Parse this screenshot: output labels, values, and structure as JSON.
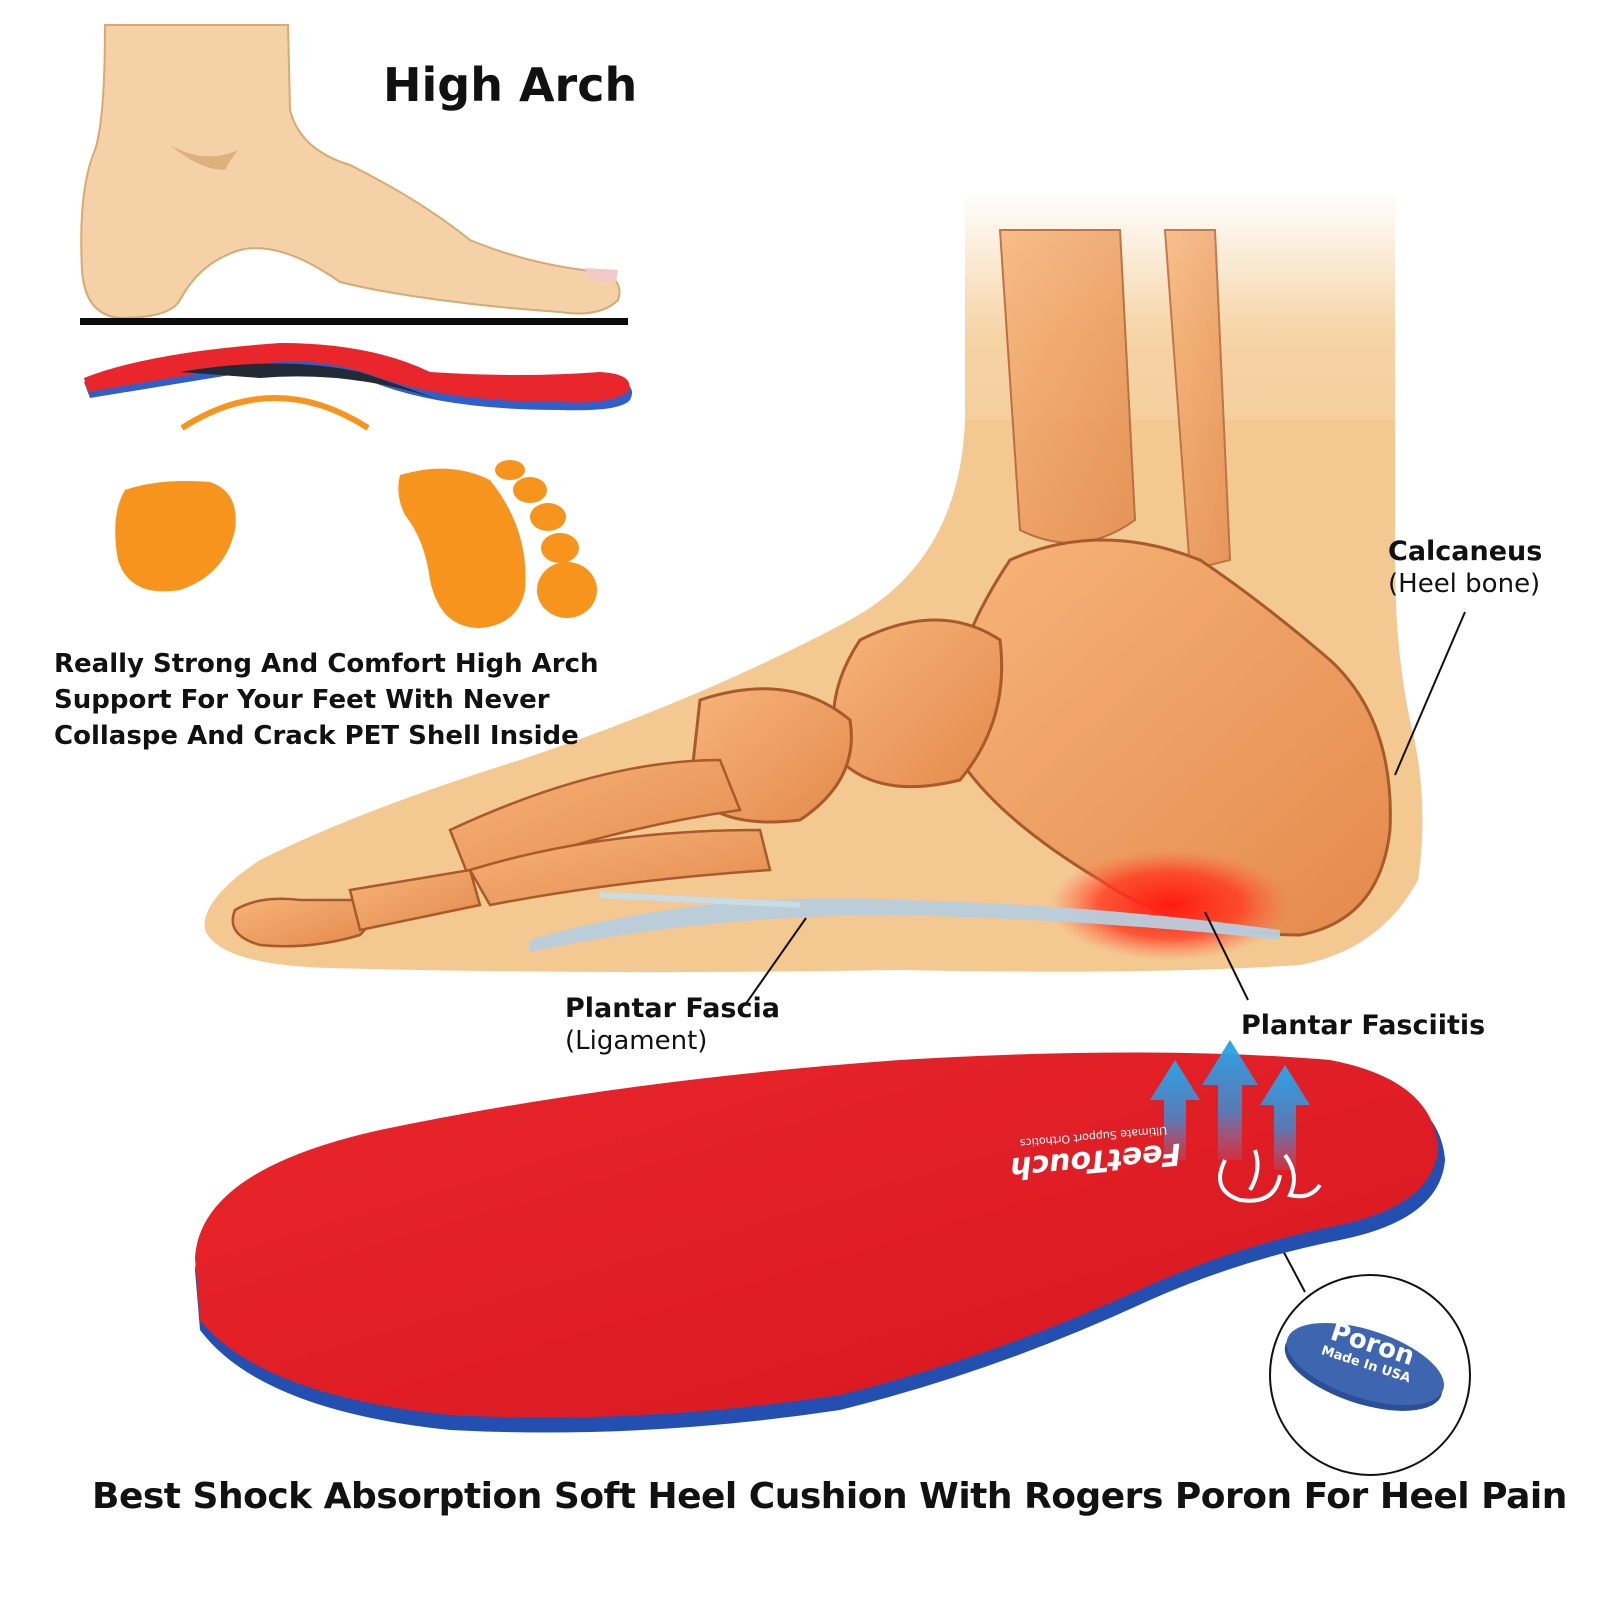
{
  "panel_high_arch": {
    "title": "High Arch",
    "caption_lines": [
      "Really Strong And Comfort High Arch",
      "Support For Your Feet With Never",
      "Collaspe And Crack PET Shell Inside"
    ]
  },
  "anatomy": {
    "calcaneus": {
      "name": "Calcaneus",
      "sub": "(Heel bone)"
    },
    "plantar_fascia": {
      "name": "Plantar Fascia",
      "sub": "(Ligament)"
    },
    "plantar_fasciitis": {
      "name": "Plantar Fasciitis"
    }
  },
  "insole": {
    "brand": "FeetTouch",
    "tagline": "Ultimate Support Orthotics",
    "badge_title": "Poron",
    "badge_sub": "Made In USA"
  },
  "footer": {
    "headline": "Best Shock Absorption Soft Heel Cushion With Rogers Poron For Heel Pain"
  },
  "colors": {
    "skin": "#f3d2a8",
    "skin_dark": "#e9b97e",
    "bone": "#f0a060",
    "insole_red": "#e8232a",
    "insole_blue": "#2858b8",
    "footprint_orange": "#f7941d",
    "arrow_blue": "#2aa4e8",
    "badge_blue": "#3e66b0"
  }
}
